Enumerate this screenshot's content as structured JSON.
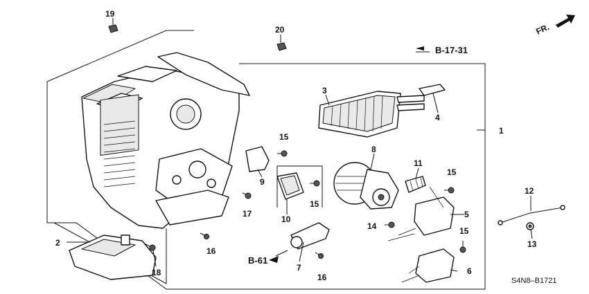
{
  "direction_label": "FR.",
  "part_code": "S4N8–B1721",
  "refs": {
    "b1731": "B-17-31",
    "b61": "B-61"
  },
  "callouts": [
    "1",
    "2",
    "3",
    "4",
    "5",
    "6",
    "7",
    "8",
    "9",
    "10",
    "11",
    "12",
    "13",
    "14",
    "15",
    "15",
    "15",
    "15",
    "16",
    "16",
    "17",
    "18",
    "19",
    "20"
  ]
}
